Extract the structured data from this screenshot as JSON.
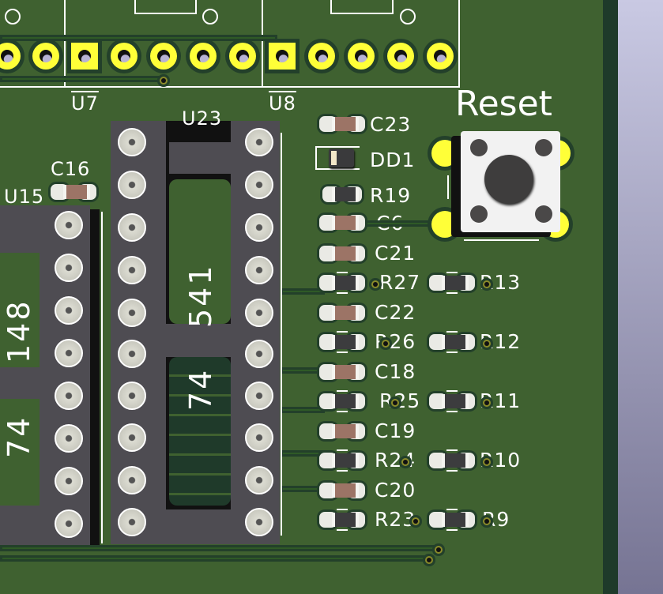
{
  "viewer": {
    "app": "KiCad 3D Viewer",
    "board_color": "#3f6130",
    "edge_color": "#1e3a2a",
    "pad_color": "#ffff38",
    "silkscreen_color": "#ffffff"
  },
  "switch": {
    "ref_label": "Reset"
  },
  "headers": [
    {
      "ref": "U7",
      "overbar": true
    },
    {
      "ref": "U8",
      "overbar": true
    }
  ],
  "ics": [
    {
      "ref": "U23",
      "marking": "541",
      "marking_prefix": "74"
    },
    {
      "ref": "U15",
      "marking": "148",
      "marking_prefix": "74"
    }
  ],
  "passives_col1": [
    {
      "ref": "C23",
      "type": "cap"
    },
    {
      "ref": "DD1",
      "type": "diode"
    },
    {
      "ref": "R19",
      "type": "res"
    },
    {
      "ref": "C6",
      "type": "cap"
    },
    {
      "ref": "C21",
      "type": "cap"
    },
    {
      "ref": "R27",
      "type": "res"
    },
    {
      "ref": "C22",
      "type": "cap"
    },
    {
      "ref": "R26",
      "type": "res"
    },
    {
      "ref": "C18",
      "type": "cap"
    },
    {
      "ref": "R25",
      "type": "res"
    },
    {
      "ref": "C19",
      "type": "cap"
    },
    {
      "ref": "R24",
      "type": "res"
    },
    {
      "ref": "C20",
      "type": "cap"
    },
    {
      "ref": "R23",
      "type": "res"
    }
  ],
  "passives_col2": [
    {
      "ref": "R13",
      "type": "res"
    },
    {
      "ref": "R12",
      "type": "res"
    },
    {
      "ref": "R11",
      "type": "res"
    },
    {
      "ref": "R10",
      "type": "res"
    },
    {
      "ref": "R9",
      "type": "res"
    }
  ],
  "other_caps": [
    {
      "ref": "C16",
      "type": "cap"
    }
  ]
}
